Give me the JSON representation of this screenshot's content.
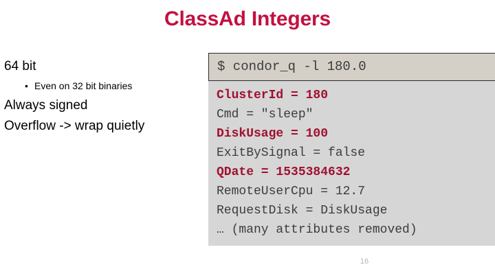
{
  "slide": {
    "title": "ClassAd Integers",
    "page_number": "16",
    "accent_color": "#c3103f",
    "highlight_color": "#a0102f",
    "command_box_color": "#d4d0c8",
    "output_box_color": "#d6d6d6"
  },
  "bullets": [
    {
      "level": 0,
      "text": "64 bit",
      "marker": ""
    },
    {
      "level": 1,
      "text": "Even on 32 bit binaries",
      "marker": "•"
    },
    {
      "level": 0,
      "text": "Always signed",
      "marker": ""
    },
    {
      "level": 0,
      "text": "Overflow -> wrap quietly",
      "marker": ""
    }
  ],
  "terminal": {
    "command": "$ condor_q -l 180.0",
    "output": [
      {
        "text": "ClusterId = 180",
        "highlight": true
      },
      {
        "text": "Cmd = \"sleep\"",
        "highlight": false
      },
      {
        "text": "DiskUsage = 100",
        "highlight": true
      },
      {
        "text": "ExitBySignal = false",
        "highlight": false
      },
      {
        "text": "QDate = 1535384632",
        "highlight": true
      },
      {
        "text": "RemoteUserCpu = 12.7",
        "highlight": false
      },
      {
        "text": "RequestDisk = DiskUsage",
        "highlight": false
      },
      {
        "text": "… (many attributes removed)",
        "highlight": false
      }
    ]
  }
}
